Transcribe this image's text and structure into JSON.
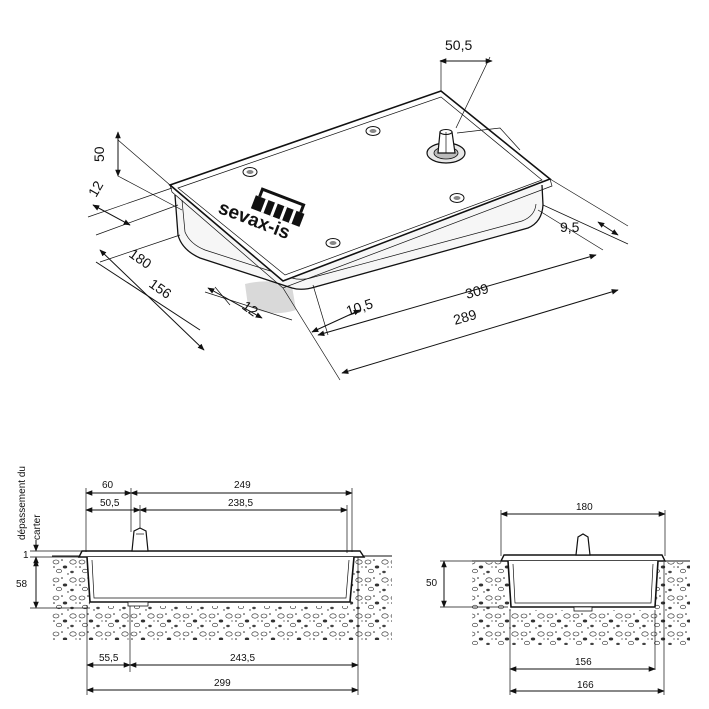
{
  "iso": {
    "d_50_5": "50,5",
    "d_50": "50",
    "d_12_top": "12",
    "d_9_5": "9,5",
    "d_180": "180",
    "d_156": "156",
    "d_12_bottom": "12",
    "d_10_5": "10,5",
    "d_309": "309",
    "d_289": "289",
    "logo_text": "sevax-is"
  },
  "side": {
    "label_overhang": "dépassement du",
    "label_carter": "carter",
    "d_1": "1",
    "d_58": "58",
    "d_60": "60",
    "d_249": "249",
    "d_50_5": "50,5",
    "d_238_5": "238,5",
    "d_55_5": "55,5",
    "d_243_5": "243,5",
    "d_299": "299"
  },
  "end": {
    "d_180": "180",
    "d_50": "50",
    "d_156": "156",
    "d_166": "166"
  },
  "colors": {
    "ink": "#111111",
    "paper": "#ffffff",
    "shade": "#d9d9d9"
  }
}
